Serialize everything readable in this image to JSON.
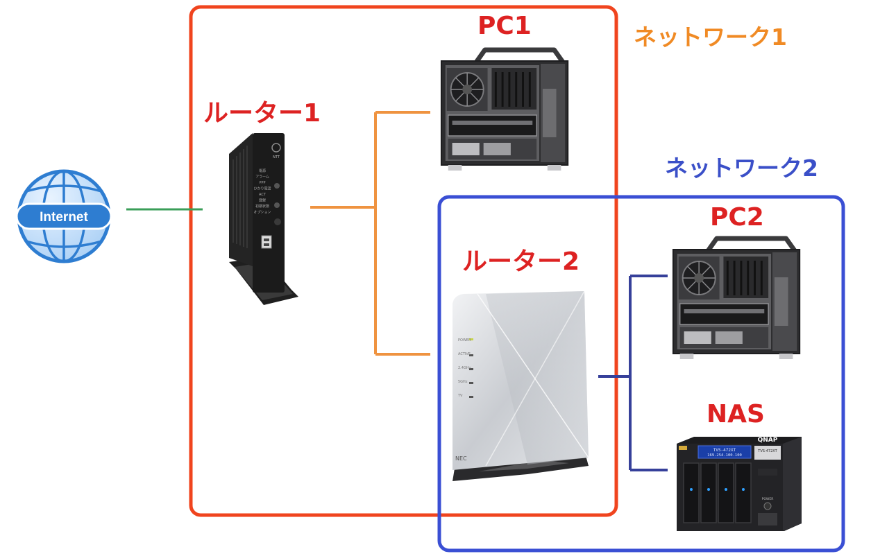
{
  "colors": {
    "network1": "#f0441e",
    "network2": "#3a4fd4",
    "link_orange": "#ef9340",
    "link_green": "#3a9e58",
    "link_blue": "#36409a",
    "device_label": "#dd2222",
    "network1_label": "#f08a24",
    "network2_label": "#3a4fc8",
    "globe": "#2e7dd1"
  },
  "labels": {
    "pc1": "PC1",
    "pc2": "PC2",
    "router1": "ルーター1",
    "router2": "ルーター2",
    "nas": "NAS",
    "network1": "ネットワーク1",
    "network2": "ネットワーク2",
    "internet": "Internet"
  },
  "router1_panel": {
    "brand": "NTT",
    "leds": [
      "電源",
      "アラーム",
      "PPP",
      "ひかり電話",
      "ACT",
      "登録",
      "初期状態",
      "オプション"
    ]
  },
  "router2_panel": {
    "brand": "NEC",
    "leds": [
      "POWER",
      "ACTIVE",
      "2.4GHz",
      "5GHz",
      "TV"
    ]
  },
  "nas_panel": {
    "brand": "QNAP",
    "model": "TVS-472XT",
    "lcd_line1": "TVS-472XT",
    "lcd_line2": "169.254.100.100",
    "power": "POWER"
  },
  "icons": [
    "globe-icon",
    "router-icon",
    "pc-icon",
    "nas-icon"
  ]
}
